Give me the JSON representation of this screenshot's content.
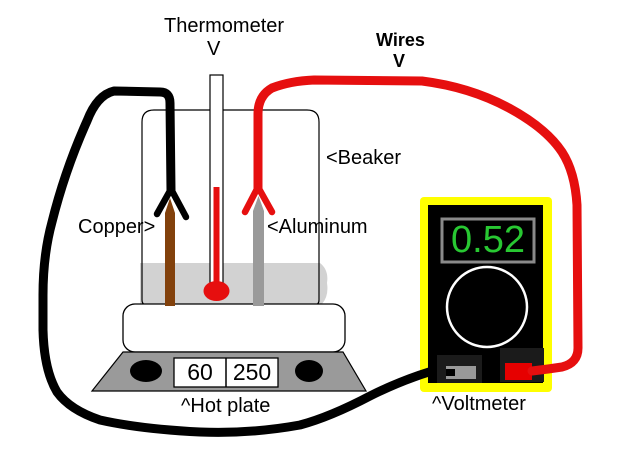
{
  "labels": {
    "thermometer": "Thermometer",
    "thermometer_arrow": "V",
    "wires": "Wires",
    "wires_arrow": "V",
    "beaker": "<Beaker",
    "copper": "Copper>",
    "aluminum": "<Aluminum",
    "hot_plate": "^Hot plate",
    "voltmeter": "^Voltmeter"
  },
  "hot_plate": {
    "left_display": "60",
    "right_display": "250"
  },
  "voltmeter": {
    "reading": "0.52"
  },
  "colors": {
    "wire_black": "#000000",
    "wire_red": "#E60F0F",
    "copper": "#82410C",
    "aluminum": "#9A9A9A",
    "water": "#D2D2D2",
    "hotplate_base": "#9A9A9A",
    "voltmeter_frame": "#FFFF00",
    "voltmeter_body": "#000000",
    "display_text_green": "#28C832",
    "display_border_gray": "#8A8A8A",
    "thermometer_fluid": "#E60F0F",
    "terminal_red": "#E60000",
    "terminal_gray": "#999999"
  }
}
